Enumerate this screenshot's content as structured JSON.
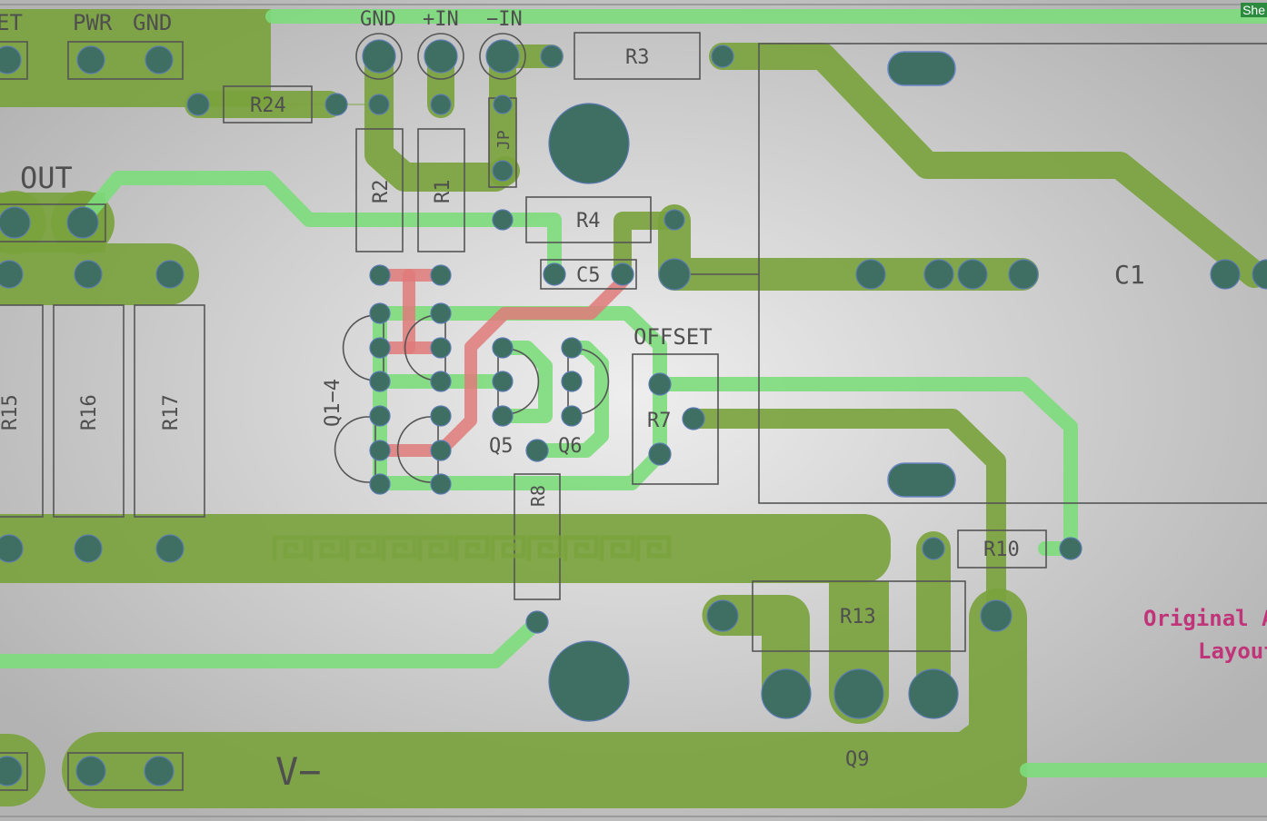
{
  "corner_label": "She",
  "connectors": {
    "pwr": "PWR",
    "gnd_top": "GND",
    "gnd": "GND",
    "plus_in": "+IN",
    "minus_in": "−IN",
    "out": "OUT",
    "v_minus": "V−",
    "ext": "ET"
  },
  "components": {
    "R1": "R1",
    "R2": "R2",
    "R3": "R3",
    "R4": "R4",
    "R7": "R7",
    "R8": "R8",
    "R10": "R10",
    "R13": "R13",
    "R15": "R15",
    "R16": "R16",
    "R17": "R17",
    "R24": "R24",
    "C1": "C1",
    "C5": "C5",
    "JP": "JP",
    "Q1_4": "Q1−4",
    "Q5": "Q5",
    "Q6": "Q6",
    "Q9": "Q9"
  },
  "labels": {
    "offset": "OFFSET"
  },
  "notes": {
    "line1": "Original Ale",
    "line2": "Layout"
  },
  "colors": {
    "board": "#c4c4c4",
    "copper_bottom": "#79a23c",
    "copper_top": "#7ddc7c",
    "copper_red": "#e07a7a",
    "pad": "#3f6f63",
    "silkscreen": "#4f4f4f",
    "note_text": "#c0357a"
  }
}
